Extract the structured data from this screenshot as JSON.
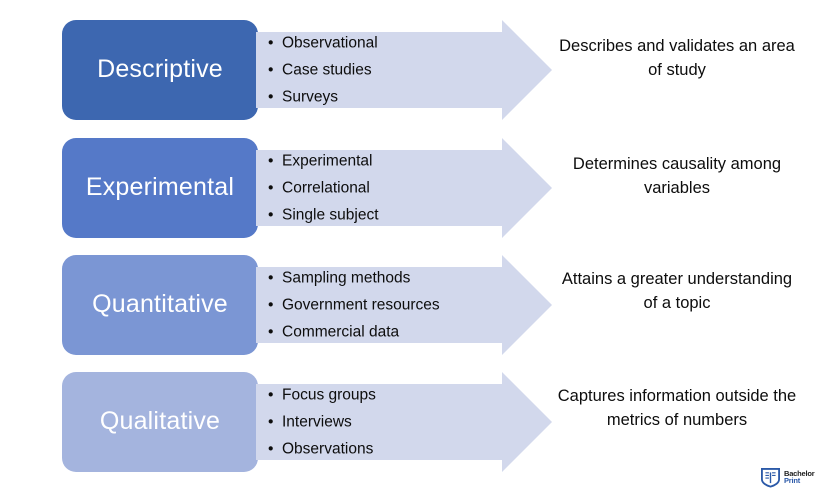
{
  "diagram": {
    "type": "process-arrow-list",
    "arrow_color": "#d2d8ec",
    "arrow_outline": "#c3cbe6",
    "rows": [
      {
        "id": "descriptive",
        "category": "Descriptive",
        "box_color": "#3d67b0",
        "bullets": [
          "Observational",
          "Case studies",
          "Surveys"
        ],
        "description": "Describes and validates an area of study"
      },
      {
        "id": "experimental",
        "category": "Experimental",
        "box_color": "#5579c8",
        "bullets": [
          "Experimental",
          "Correlational",
          "Single subject"
        ],
        "description": "Determines causality among variables"
      },
      {
        "id": "quantitative",
        "category": "Quantitative",
        "box_color": "#7b96d4",
        "bullets": [
          "Sampling methods",
          "Government resources",
          "Commercial data"
        ],
        "description": "Attains a greater understanding of a topic"
      },
      {
        "id": "qualitative",
        "category": "Qualitative",
        "box_color": "#a4b4de",
        "bullets": [
          "Focus groups",
          "Interviews",
          "Observations"
        ],
        "description": "Captures information outside the metrics of numbers"
      }
    ]
  },
  "watermark": {
    "icon": "open-book-shield-icon",
    "word_1": "Bachelor",
    "word_2": "Print",
    "brand_color": "#2b59a8"
  }
}
